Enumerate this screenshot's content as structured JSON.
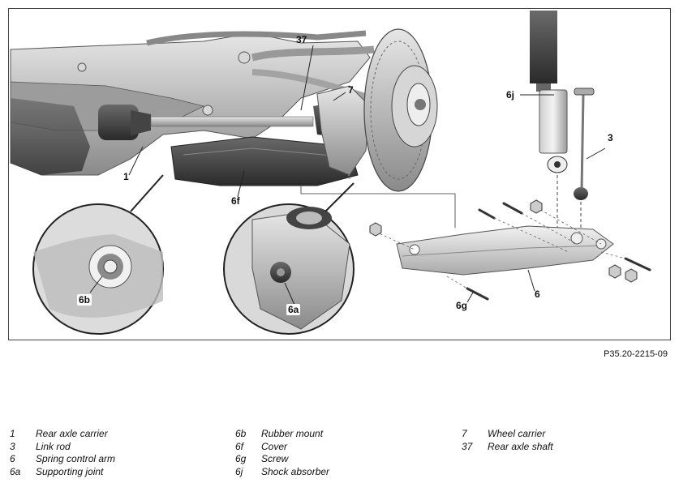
{
  "figure": {
    "code": "P35.20-2215-09",
    "callouts": {
      "c1": "1",
      "c3": "3",
      "c6": "6",
      "c6a": "6a",
      "c6b": "6b",
      "c6f": "6f",
      "c6g": "6g",
      "c6j": "6j",
      "c7": "7",
      "c37": "37"
    }
  },
  "legend": {
    "col1": [
      {
        "num": "1",
        "text": "Rear axle carrier"
      },
      {
        "num": "3",
        "text": "Link rod"
      },
      {
        "num": "6",
        "text": "Spring control arm"
      },
      {
        "num": "6a",
        "text": "Supporting joint"
      }
    ],
    "col2": [
      {
        "num": "6b",
        "text": "Rubber mount"
      },
      {
        "num": "6f",
        "text": "Cover"
      },
      {
        "num": "6g",
        "text": "Screw"
      },
      {
        "num": "6j",
        "text": "Shock absorber"
      }
    ],
    "col3": [
      {
        "num": "7",
        "text": "Wheel carrier"
      },
      {
        "num": "37",
        "text": "Rear axle shaft"
      }
    ]
  }
}
